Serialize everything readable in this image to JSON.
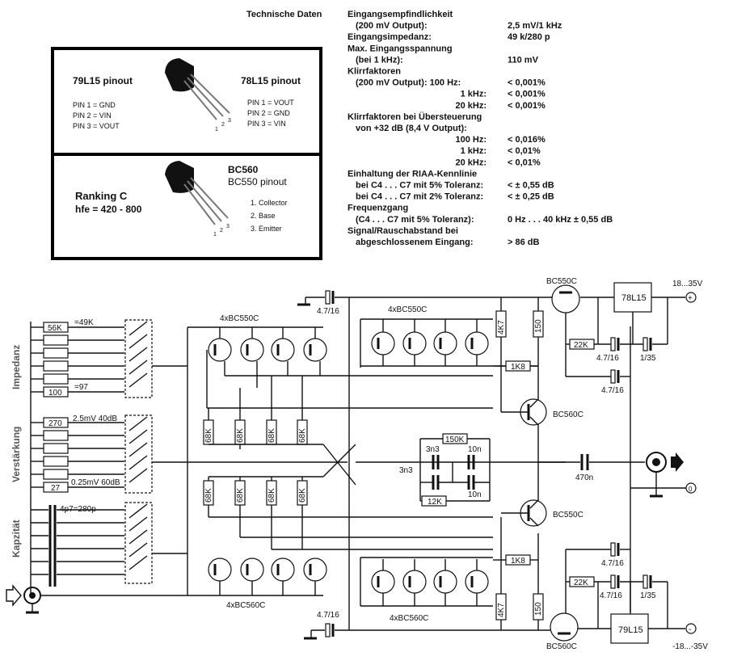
{
  "header": {
    "title": "Technische Daten"
  },
  "specs": [
    {
      "label": "Eingangsempfindlichkeit",
      "value": ""
    },
    {
      "label": "(200 mV Output):",
      "value": "2,5 mV/1 kHz"
    },
    {
      "label": "Eingangsimpedanz:",
      "value": "49 k/280 p"
    },
    {
      "label": "Max. Eingangsspannung",
      "value": ""
    },
    {
      "label": "(bei 1 kHz):",
      "value": "110 mV"
    },
    {
      "label": "Klirrfaktoren",
      "value": ""
    },
    {
      "label": "(200 mV Output):   100 Hz:",
      "value": "< 0,001%"
    },
    {
      "label": "1 kHz:",
      "value": "< 0,001%"
    },
    {
      "label": "20 kHz:",
      "value": "< 0,001%"
    },
    {
      "label": "Klirrfaktoren bei Übersteuerung",
      "value": ""
    },
    {
      "label": "von +32 dB (8,4 V Output):",
      "value": ""
    },
    {
      "label": "100 Hz:",
      "value": "< 0,016%"
    },
    {
      "label": "1 kHz:",
      "value": "< 0,01%"
    },
    {
      "label": "20 kHz:",
      "value": "< 0,01%"
    },
    {
      "label": "Einhaltung der RIAA-Kennlinie",
      "value": ""
    },
    {
      "label": "bei C4 . . . C7 mit 5% Toleranz:",
      "value": "< ± 0,55 dB"
    },
    {
      "label": "bei C4 . . . C7 mit 2% Toleranz:",
      "value": "< ± 0,25 dB"
    },
    {
      "label": "Frequenzgang",
      "value": ""
    },
    {
      "label": "(C4 . . . C7 mit 5% Toleranz):",
      "value": "0 Hz . . . 40 kHz ± 0,55 dB"
    },
    {
      "label": "Signal/Rauschabstand bei",
      "value": ""
    },
    {
      "label": "abgeschlossenem Eingang:",
      "value": "> 86 dB"
    }
  ],
  "pinout1": {
    "left_title": "79L15 pinout",
    "left_pins": [
      "PIN 1 = GND",
      "PIN 2 = VIN",
      "PIN 3 = VOUT"
    ],
    "right_title": "78L15  pinout",
    "right_pins": [
      "PIN 1 = VOUT",
      "PIN 2 = GND",
      "PIN 3 = VIN"
    ]
  },
  "pinout2": {
    "ranking": "Ranking C",
    "hfe": "hfe = 420 - 800",
    "part1": "BC560",
    "part2": "BC550 pinout",
    "pins": [
      "1. Collector",
      "2. Base",
      "3. Emitter"
    ]
  },
  "schematic": {
    "side_labels": [
      "Impedanz",
      "Verstärkung",
      "Kapzität"
    ],
    "impedance": {
      "top_res": "56K",
      "bottom_res": "100",
      "top_note": "=49K",
      "bottom_note": "=97"
    },
    "gain": {
      "top_res": "270",
      "bottom_res": "27",
      "top_note": "2.5mV 40dB",
      "bottom_note": "0.25mV 60dB"
    },
    "capacity": {
      "note": "4p7=280p"
    },
    "top_pair_left": "4xBC550C",
    "top_pair_right": "4xBC550C",
    "bottom_pair_left": "4xBC560C",
    "bottom_pair_right": "4xBC560C",
    "res_68k": "68K",
    "res_4k7": "4K7",
    "res_150": "150",
    "res_1k8": "1K8",
    "res_22k": "22K",
    "res_150k": "150K",
    "res_12k": "12K",
    "cap_in": "4.7/16",
    "cap_47_16": "4.7/16",
    "cap_1_35": "1/35",
    "cap_3n3": "3n3",
    "cap_10n": "10n",
    "cap_470n": "470n",
    "q_top": "BC550C",
    "q_driver_top": "BC560C",
    "q_driver_bottom": "BC550C",
    "q_bottom": "BC560C",
    "reg_pos": "78L15",
    "reg_neg": "79L15",
    "supply_pos": "18...35V",
    "supply_neg": "-18...-35V",
    "terminal_plus": "+",
    "terminal_minus": "-",
    "terminal_zero": "0"
  }
}
